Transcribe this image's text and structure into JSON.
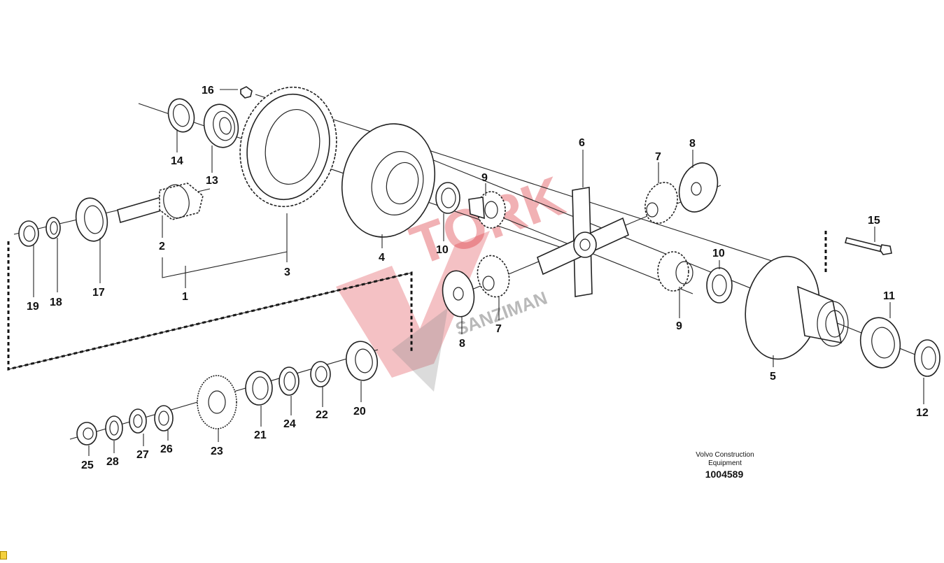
{
  "diagram": {
    "caption": {
      "line1": "Volvo Construction",
      "line2": "Equipment",
      "number": "1004589"
    },
    "watermark": {
      "brand": "TORK",
      "sub": "SANZIMAN",
      "color": "#d9222c"
    },
    "labels": {
      "l1": "1",
      "l2": "2",
      "l3": "3",
      "l4": "4",
      "l5": "5",
      "l6": "6",
      "l7a": "7",
      "l7b": "7",
      "l8a": "8",
      "l8b": "8",
      "l9a": "9",
      "l9b": "9",
      "l10a": "10",
      "l10b": "10",
      "l11": "11",
      "l12": "12",
      "l13": "13",
      "l14": "14",
      "l15": "15",
      "l16": "16",
      "l17": "17",
      "l18": "18",
      "l19": "19",
      "l20": "20",
      "l21": "21",
      "l22": "22",
      "l23": "23",
      "l24": "24",
      "l25": "25",
      "l26": "26",
      "l27": "27",
      "l28": "28"
    }
  }
}
